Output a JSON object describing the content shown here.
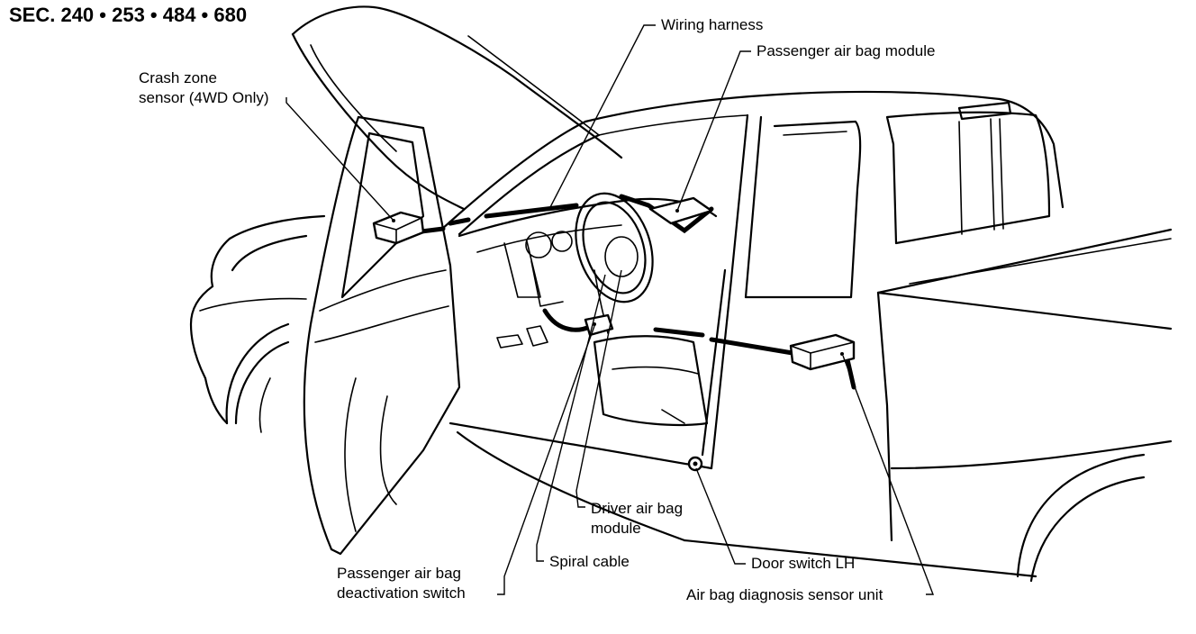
{
  "section_code": "SEC. 240 • 253 • 484 • 680",
  "labels": {
    "crash_zone_sensor": [
      "Crash zone",
      "sensor (4WD Only)"
    ],
    "wiring_harness": [
      "Wiring harness"
    ],
    "passenger_air_bag_module": [
      "Passenger air bag module"
    ],
    "driver_air_bag_module": [
      "Driver air bag",
      "module"
    ],
    "spiral_cable": [
      "Spiral cable"
    ],
    "passenger_air_bag_deactivation_switch": [
      "Passenger air bag",
      "deactivation switch"
    ],
    "door_switch_lh": [
      "Door switch LH"
    ],
    "air_bag_diagnosis_sensor_unit": [
      "Air bag diagnosis sensor unit"
    ]
  }
}
